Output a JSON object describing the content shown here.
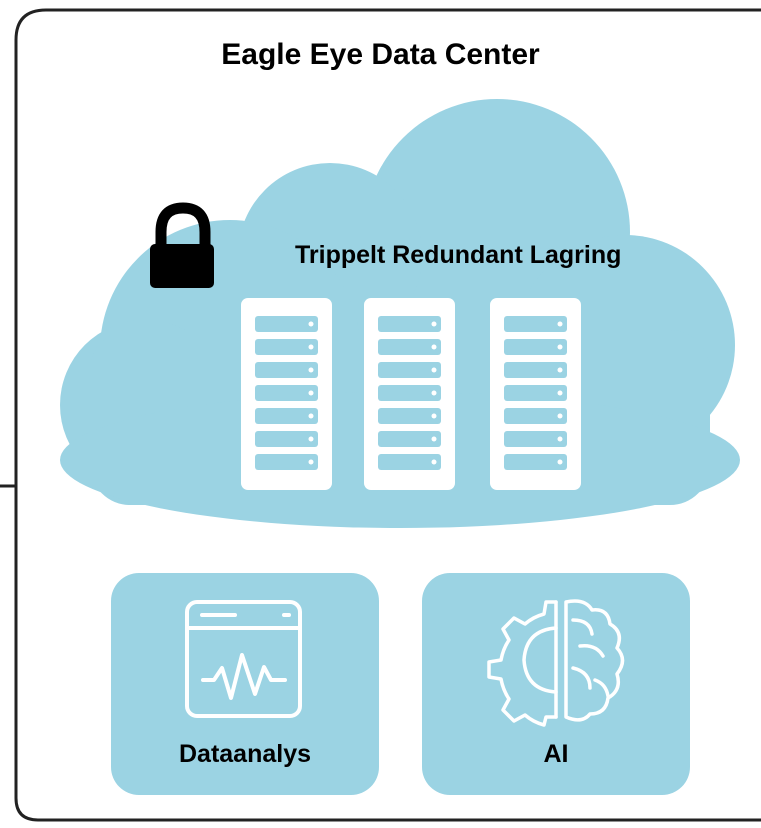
{
  "title": "Eagle Eye Data Center",
  "cloud": {
    "label": "Trippelt Redundant Lagring",
    "color": "#9bd3e3",
    "lock_icon": "lock-icon",
    "server_icon": "server-rack-icon"
  },
  "tiles": [
    {
      "label": "Dataanalys",
      "icon": "analytics-window-icon"
    },
    {
      "label": "AI",
      "icon": "gear-brain-icon"
    }
  ],
  "colors": {
    "accent": "#9bd3e3",
    "frame": "#222222",
    "server_slot": "#9bd3e3",
    "server_body": "#ffffff"
  }
}
